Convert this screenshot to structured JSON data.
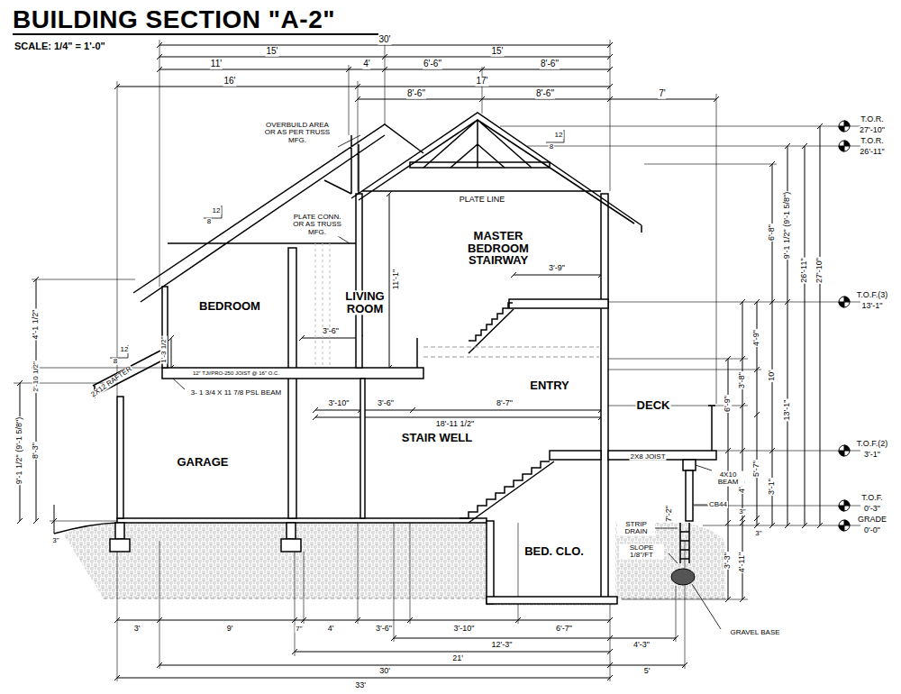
{
  "diagram": {
    "title": "BUILDING SECTION \"A-2\"",
    "labels": [
      "SCALE: 1/4\" = 1'-0\"",
      "30'",
      "15'",
      "15'",
      "11'",
      "4'",
      "6'-6\"",
      "8'-6\"",
      "16'",
      "17'",
      "8'-6\"",
      "8'-6\"",
      "7'",
      "T.O.R.",
      "27'-10\"",
      "T.O.R.",
      "26'-11\"",
      "T.O.F.(3)",
      "13'-1\"",
      "T.O.F.(2)",
      "3'-1\"",
      "T.O.F.",
      "0'-3\"",
      "GRADE",
      "0'-0\"",
      "6'-8\"",
      "9'-1 1/2\" (9'-1 5/8\")",
      "26'-11\"",
      "27'-10\"",
      "4'-9\"",
      "10'",
      "13'-1\"",
      "3'-8\"",
      "6'-9\"",
      "4'-3\"",
      "5'-7\"",
      "3'-1\"",
      "3\"",
      "3\"",
      "3'-3\"",
      "4'-11\"",
      "7'-2\"",
      "4'-1 1/2\"",
      "2'-10 1/2\"",
      "9'-1 1/2\" (9'-1 5/8\")",
      "8'-3\"",
      "3\"",
      "1'-3 1/2\"",
      "11'-1\"",
      "3'-6\"",
      "3'-9\"",
      "3'-10\"",
      "3'-6\"",
      "8'-7\"",
      "18'-11 1/2\"",
      "OVERBUILD AREA OR AS PER TRUSS MFG.",
      "PLATE CONN. OR AS TRUSS MFG.",
      "PLATE LINE",
      "12",
      "8",
      "12",
      "8",
      "12",
      "8",
      "2X12 RAFTER",
      "3- 1 3/4 X 11 7/8 PSL BEAM",
      "12\" TJI/PRO-250 JOIST @ 16\" O.C.",
      "BEDROOM",
      "LIVING ROOM",
      "MASTER BEDROOM STAIRWAY",
      "ENTRY",
      "DECK",
      "STAIR WELL",
      "GARAGE",
      "BED. CLO.",
      "2X8 JOIST",
      "4X10 BEAM",
      "CB44",
      "STRIP DRAIN",
      "SLOPE 1/8\"/FT",
      "GRAVEL BASE",
      "3'",
      "9'",
      "7\"",
      "4'",
      "3'-6\"",
      "3'-10\"",
      "6'-7\"",
      "12'-3\"",
      "4'-3\"",
      "21'",
      "30'",
      "5'",
      "33'"
    ]
  }
}
